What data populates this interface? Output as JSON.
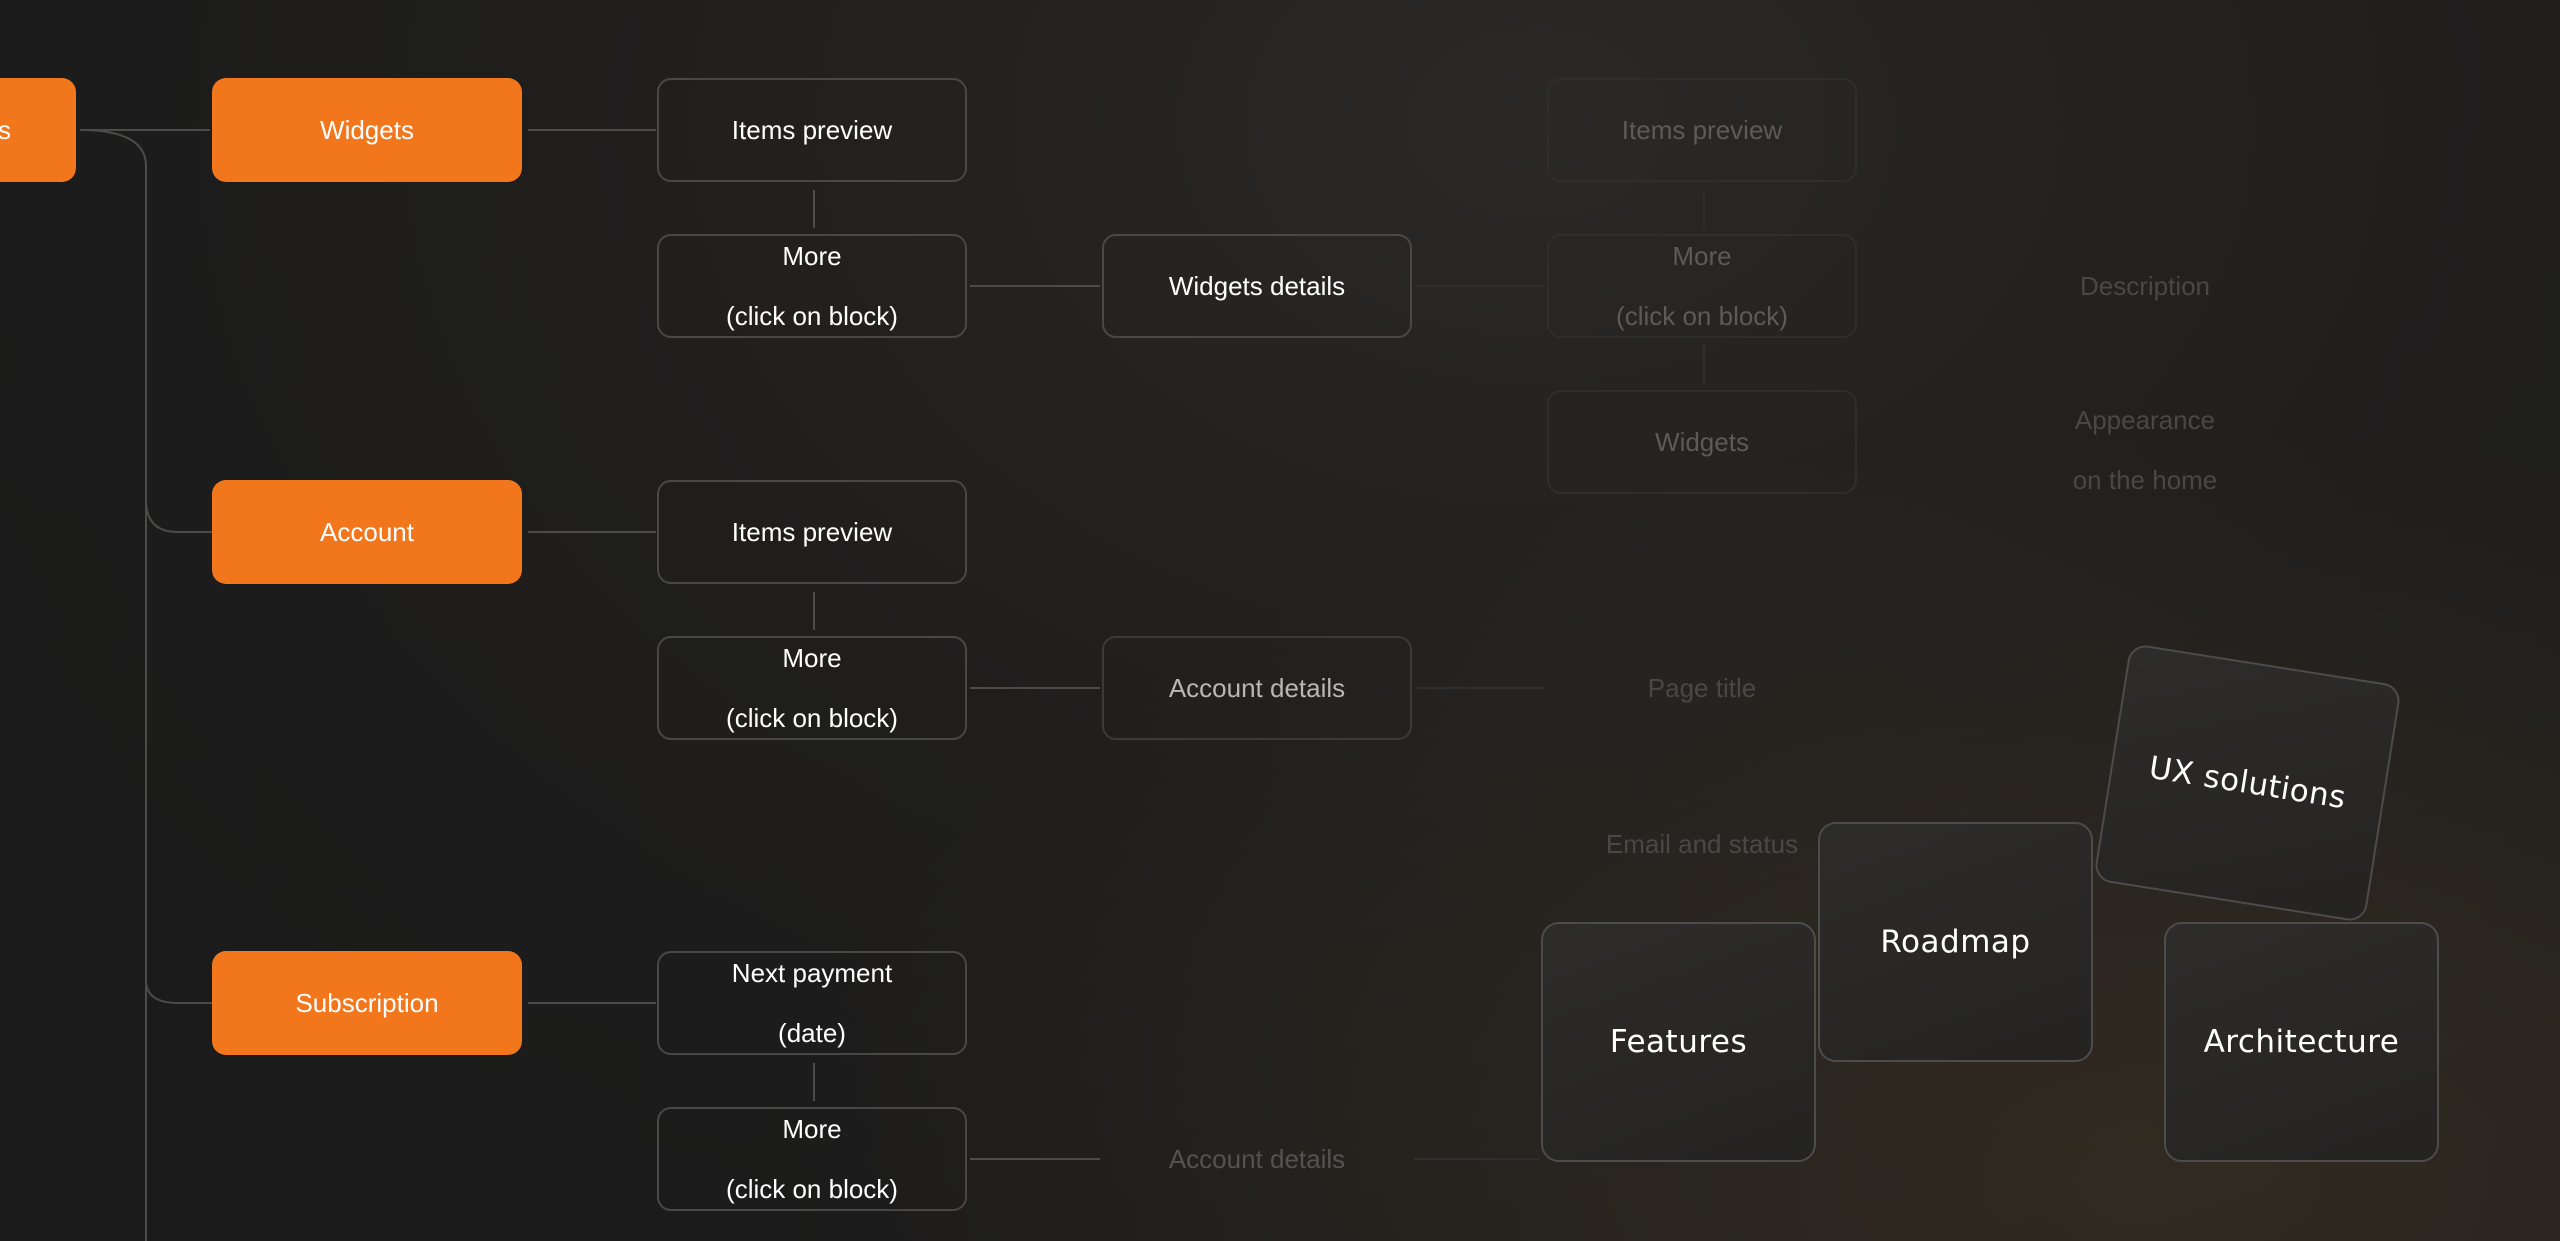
{
  "diagram": {
    "root_fragment": "s",
    "columns": {
      "sections": [
        {
          "label": "Widgets"
        },
        {
          "label": "Account"
        },
        {
          "label": "Subscription"
        }
      ]
    },
    "widgets_branch": {
      "items_preview": "Items preview",
      "more_line1": "More",
      "more_line2": "(click on block)",
      "details": "Widgets details",
      "faded_items_preview": "Items preview",
      "faded_more_line1": "More",
      "faded_more_line2": "(click on block)",
      "faded_widgets": "Widgets",
      "description": "Description",
      "appearance_line1": "Appearance",
      "appearance_line2": "on the home"
    },
    "account_branch": {
      "items_preview": "Items preview",
      "more_line1": "More",
      "more_line2": "(click on block)",
      "details": "Account details",
      "page_title": "Page title",
      "email_status": "Email and status"
    },
    "subscription_branch": {
      "next_payment_line1": "Next payment",
      "next_payment_line2": "(date)",
      "more_line1": "More",
      "more_line2": "(click on block)",
      "details": "Account details"
    }
  },
  "cards": {
    "features": "Features",
    "roadmap": "Roadmap",
    "ux_solutions": "UX solutions",
    "architecture": "Architecture"
  },
  "colors": {
    "accent": "#f2761c",
    "background": "#1e1d1c",
    "border": "#4a4846"
  }
}
